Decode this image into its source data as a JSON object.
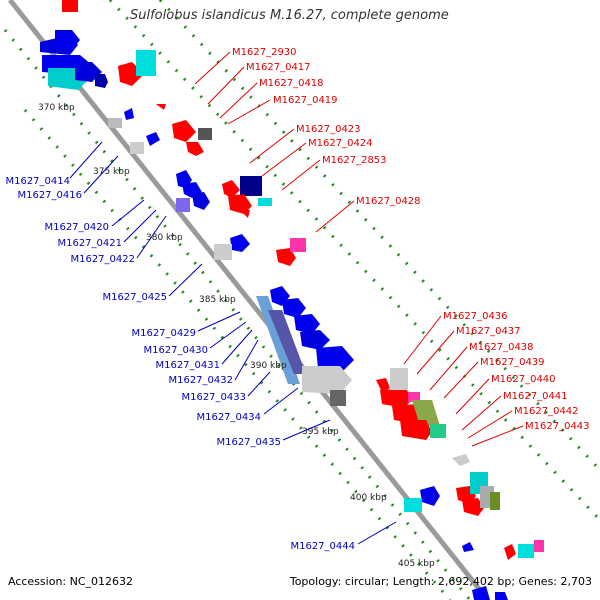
{
  "title": "Sulfolobus islandicus M.16.27, complete genome",
  "footer": {
    "accession": "Accession: NC_012632",
    "summary": "Topology: circular; Length: 2,692,402 bp; Genes: 2,703"
  },
  "colors": {
    "backbone": "#9a9a9a",
    "plus_strand_label": "#dd0000",
    "minus_strand_label": "#0000bb",
    "ticks": "#228b22",
    "ruler_text": "#222222"
  },
  "ruler": [
    "370 kbp",
    "375 kbp",
    "380 kbp",
    "385 kbp",
    "390 kbp",
    "395 kbp",
    "400 kbp",
    "405 kbp"
  ],
  "plus_labels": [
    "M1627_2930",
    "M1627_0417",
    "M1627_0418",
    "M1627_0419",
    "M1627_0423",
    "M1627_0424",
    "M1627_2853",
    "M1627_0428",
    "M1627_0436",
    "M1627_0437",
    "M1627_0438",
    "M1627_0439",
    "M1627_0440",
    "M1627_0441",
    "M1627_0442",
    "M1627_0443"
  ],
  "minus_labels": [
    "M1627_0414",
    "M1627_0416",
    "M1627_0420",
    "M1627_0421",
    "M1627_0422",
    "M1627_0425",
    "M1627_0429",
    "M1627_0430",
    "M1627_0431",
    "M1627_0432",
    "M1627_0433",
    "M1627_0434",
    "M1627_0435",
    "M1627_0444"
  ]
}
